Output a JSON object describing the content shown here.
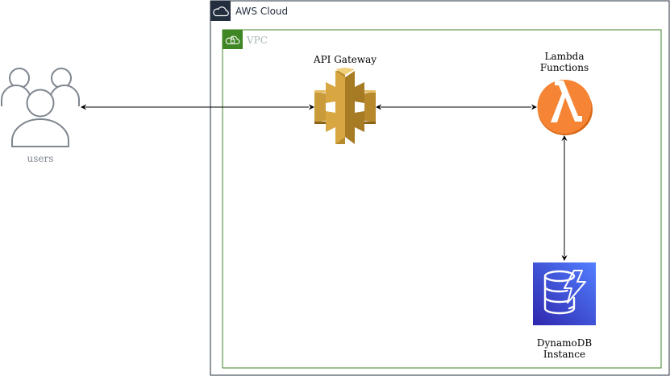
{
  "aws_cloud": {
    "title": "AWS Cloud",
    "border_color": "#232f3e"
  },
  "vpc": {
    "title": "VPC",
    "border_color": "#3f8624"
  },
  "nodes": {
    "users": {
      "label": "users",
      "icon": "users-icon",
      "color": "#7f8690"
    },
    "api_gateway": {
      "label": "API Gateway",
      "icon": "api-gateway-icon",
      "color": "#d9a741"
    },
    "lambda": {
      "label_line1": "Lambda",
      "label_line2": "Functions",
      "icon": "lambda-icon",
      "color": "#f58534"
    },
    "dynamodb": {
      "label_line1": "DynamoDB",
      "label_line2": "Instance",
      "icon": "dynamodb-icon",
      "color": "#3b48cc"
    }
  }
}
